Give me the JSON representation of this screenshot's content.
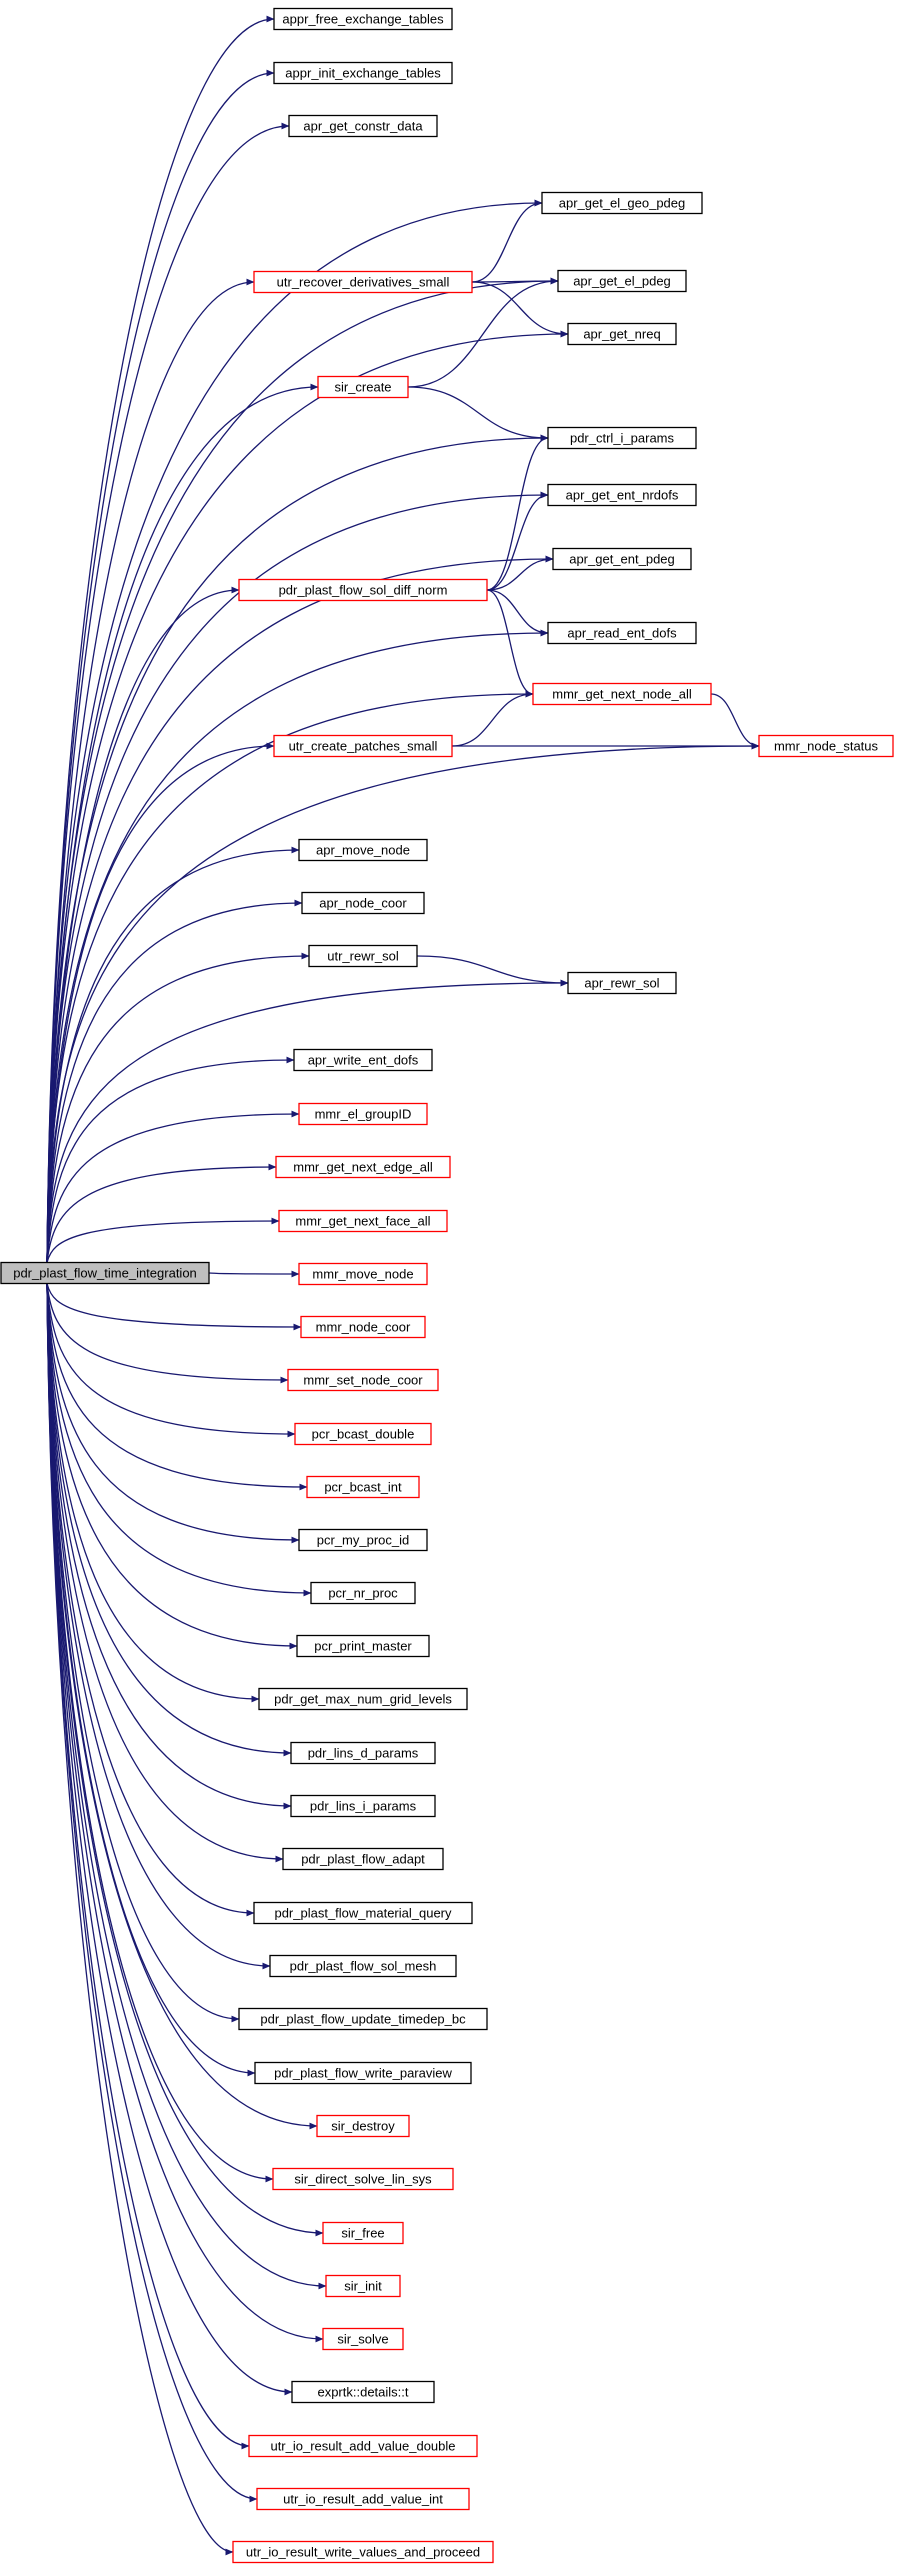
{
  "graph": {
    "edge_color": "#191970",
    "root_fill": "#bfbfbf",
    "border_black": "#000000",
    "border_red": "#ff0000",
    "root": "pdr_plast_flow_time_integration",
    "nodes": [
      {
        "id": "appr_free_exchange_tables",
        "label": "appr_free_exchange_tables",
        "border": "black"
      },
      {
        "id": "appr_init_exchange_tables",
        "label": "appr_init_exchange_tables",
        "border": "black"
      },
      {
        "id": "apr_get_constr_data",
        "label": "apr_get_constr_data",
        "border": "black"
      },
      {
        "id": "apr_get_el_geo_pdeg",
        "label": "apr_get_el_geo_pdeg",
        "border": "black"
      },
      {
        "id": "utr_recover_derivatives_small",
        "label": "utr_recover_derivatives_small",
        "border": "red"
      },
      {
        "id": "apr_get_el_pdeg",
        "label": "apr_get_el_pdeg",
        "border": "black"
      },
      {
        "id": "apr_get_nreq",
        "label": "apr_get_nreq",
        "border": "black"
      },
      {
        "id": "sir_create",
        "label": "sir_create",
        "border": "red"
      },
      {
        "id": "pdr_ctrl_i_params",
        "label": "pdr_ctrl_i_params",
        "border": "black"
      },
      {
        "id": "apr_get_ent_nrdofs",
        "label": "apr_get_ent_nrdofs",
        "border": "black"
      },
      {
        "id": "apr_get_ent_pdeg",
        "label": "apr_get_ent_pdeg",
        "border": "black"
      },
      {
        "id": "pdr_plast_flow_sol_diff_norm",
        "label": "pdr_plast_flow_sol_diff_norm",
        "border": "red"
      },
      {
        "id": "apr_read_ent_dofs",
        "label": "apr_read_ent_dofs",
        "border": "black"
      },
      {
        "id": "mmr_get_next_node_all",
        "label": "mmr_get_next_node_all",
        "border": "red"
      },
      {
        "id": "utr_create_patches_small",
        "label": "utr_create_patches_small",
        "border": "red"
      },
      {
        "id": "mmr_node_status",
        "label": "mmr_node_status",
        "border": "red"
      },
      {
        "id": "apr_move_node",
        "label": "apr_move_node",
        "border": "black"
      },
      {
        "id": "apr_node_coor",
        "label": "apr_node_coor",
        "border": "black"
      },
      {
        "id": "utr_rewr_sol",
        "label": "utr_rewr_sol",
        "border": "black"
      },
      {
        "id": "apr_rewr_sol",
        "label": "apr_rewr_sol",
        "border": "black"
      },
      {
        "id": "apr_write_ent_dofs",
        "label": "apr_write_ent_dofs",
        "border": "black"
      },
      {
        "id": "mmr_el_groupID",
        "label": "mmr_el_groupID",
        "border": "red"
      },
      {
        "id": "mmr_get_next_edge_all",
        "label": "mmr_get_next_edge_all",
        "border": "red"
      },
      {
        "id": "mmr_get_next_face_all",
        "label": "mmr_get_next_face_all",
        "border": "red"
      },
      {
        "id": "pdr_plast_flow_time_integration",
        "label": "pdr_plast_flow_time_integration",
        "border": "root"
      },
      {
        "id": "mmr_move_node",
        "label": "mmr_move_node",
        "border": "red"
      },
      {
        "id": "mmr_node_coor",
        "label": "mmr_node_coor",
        "border": "red"
      },
      {
        "id": "mmr_set_node_coor",
        "label": "mmr_set_node_coor",
        "border": "red"
      },
      {
        "id": "pcr_bcast_double",
        "label": "pcr_bcast_double",
        "border": "red"
      },
      {
        "id": "pcr_bcast_int",
        "label": "pcr_bcast_int",
        "border": "red"
      },
      {
        "id": "pcr_my_proc_id",
        "label": "pcr_my_proc_id",
        "border": "black"
      },
      {
        "id": "pcr_nr_proc",
        "label": "pcr_nr_proc",
        "border": "black"
      },
      {
        "id": "pcr_print_master",
        "label": "pcr_print_master",
        "border": "black"
      },
      {
        "id": "pdr_get_max_num_grid_levels",
        "label": "pdr_get_max_num_grid_levels",
        "border": "black"
      },
      {
        "id": "pdr_lins_d_params",
        "label": "pdr_lins_d_params",
        "border": "black"
      },
      {
        "id": "pdr_lins_i_params",
        "label": "pdr_lins_i_params",
        "border": "black"
      },
      {
        "id": "pdr_plast_flow_adapt",
        "label": "pdr_plast_flow_adapt",
        "border": "black"
      },
      {
        "id": "pdr_plast_flow_material_query",
        "label": "pdr_plast_flow_material_query",
        "border": "black"
      },
      {
        "id": "pdr_plast_flow_sol_mesh",
        "label": "pdr_plast_flow_sol_mesh",
        "border": "black"
      },
      {
        "id": "pdr_plast_flow_update_timedep_bc",
        "label": "pdr_plast_flow_update_timedep_bc",
        "border": "black"
      },
      {
        "id": "pdr_plast_flow_write_paraview",
        "label": "pdr_plast_flow_write_paraview",
        "border": "black"
      },
      {
        "id": "sir_destroy",
        "label": "sir_destroy",
        "border": "red"
      },
      {
        "id": "sir_direct_solve_lin_sys",
        "label": "sir_direct_solve_lin_sys",
        "border": "red"
      },
      {
        "id": "sir_free",
        "label": "sir_free",
        "border": "red"
      },
      {
        "id": "sir_init",
        "label": "sir_init",
        "border": "red"
      },
      {
        "id": "sir_solve",
        "label": "sir_solve",
        "border": "red"
      },
      {
        "id": "exprtk_details_t",
        "label": "exprtk::details::t",
        "border": "black"
      },
      {
        "id": "utr_io_result_add_value_double",
        "label": "utr_io_result_add_value_double",
        "border": "red"
      },
      {
        "id": "utr_io_result_add_value_int",
        "label": "utr_io_result_add_value_int",
        "border": "red"
      },
      {
        "id": "utr_io_result_write_values_and_proceed",
        "label": "utr_io_result_write_values_and_proceed",
        "border": "red"
      }
    ],
    "edges": [
      [
        "pdr_plast_flow_time_integration",
        "appr_free_exchange_tables"
      ],
      [
        "pdr_plast_flow_time_integration",
        "appr_init_exchange_tables"
      ],
      [
        "pdr_plast_flow_time_integration",
        "apr_get_constr_data"
      ],
      [
        "pdr_plast_flow_time_integration",
        "apr_get_el_geo_pdeg"
      ],
      [
        "pdr_plast_flow_time_integration",
        "utr_recover_derivatives_small"
      ],
      [
        "pdr_plast_flow_time_integration",
        "apr_get_el_pdeg"
      ],
      [
        "pdr_plast_flow_time_integration",
        "apr_get_nreq"
      ],
      [
        "pdr_plast_flow_time_integration",
        "sir_create"
      ],
      [
        "pdr_plast_flow_time_integration",
        "pdr_ctrl_i_params"
      ],
      [
        "pdr_plast_flow_time_integration",
        "apr_get_ent_nrdofs"
      ],
      [
        "pdr_plast_flow_time_integration",
        "apr_get_ent_pdeg"
      ],
      [
        "pdr_plast_flow_time_integration",
        "pdr_plast_flow_sol_diff_norm"
      ],
      [
        "pdr_plast_flow_time_integration",
        "apr_read_ent_dofs"
      ],
      [
        "pdr_plast_flow_time_integration",
        "mmr_get_next_node_all"
      ],
      [
        "pdr_plast_flow_time_integration",
        "utr_create_patches_small"
      ],
      [
        "pdr_plast_flow_time_integration",
        "mmr_node_status"
      ],
      [
        "pdr_plast_flow_time_integration",
        "apr_move_node"
      ],
      [
        "pdr_plast_flow_time_integration",
        "apr_node_coor"
      ],
      [
        "pdr_plast_flow_time_integration",
        "utr_rewr_sol"
      ],
      [
        "pdr_plast_flow_time_integration",
        "apr_rewr_sol"
      ],
      [
        "pdr_plast_flow_time_integration",
        "apr_write_ent_dofs"
      ],
      [
        "pdr_plast_flow_time_integration",
        "mmr_el_groupID"
      ],
      [
        "pdr_plast_flow_time_integration",
        "mmr_get_next_edge_all"
      ],
      [
        "pdr_plast_flow_time_integration",
        "mmr_get_next_face_all"
      ],
      [
        "pdr_plast_flow_time_integration",
        "mmr_move_node"
      ],
      [
        "pdr_plast_flow_time_integration",
        "mmr_node_coor"
      ],
      [
        "pdr_plast_flow_time_integration",
        "mmr_set_node_coor"
      ],
      [
        "pdr_plast_flow_time_integration",
        "pcr_bcast_double"
      ],
      [
        "pdr_plast_flow_time_integration",
        "pcr_bcast_int"
      ],
      [
        "pdr_plast_flow_time_integration",
        "pcr_my_proc_id"
      ],
      [
        "pdr_plast_flow_time_integration",
        "pcr_nr_proc"
      ],
      [
        "pdr_plast_flow_time_integration",
        "pcr_print_master"
      ],
      [
        "pdr_plast_flow_time_integration",
        "pdr_get_max_num_grid_levels"
      ],
      [
        "pdr_plast_flow_time_integration",
        "pdr_lins_d_params"
      ],
      [
        "pdr_plast_flow_time_integration",
        "pdr_lins_i_params"
      ],
      [
        "pdr_plast_flow_time_integration",
        "pdr_plast_flow_adapt"
      ],
      [
        "pdr_plast_flow_time_integration",
        "pdr_plast_flow_material_query"
      ],
      [
        "pdr_plast_flow_time_integration",
        "pdr_plast_flow_sol_mesh"
      ],
      [
        "pdr_plast_flow_time_integration",
        "pdr_plast_flow_update_timedep_bc"
      ],
      [
        "pdr_plast_flow_time_integration",
        "pdr_plast_flow_write_paraview"
      ],
      [
        "pdr_plast_flow_time_integration",
        "sir_destroy"
      ],
      [
        "pdr_plast_flow_time_integration",
        "sir_direct_solve_lin_sys"
      ],
      [
        "pdr_plast_flow_time_integration",
        "sir_free"
      ],
      [
        "pdr_plast_flow_time_integration",
        "sir_init"
      ],
      [
        "pdr_plast_flow_time_integration",
        "sir_solve"
      ],
      [
        "pdr_plast_flow_time_integration",
        "exprtk_details_t"
      ],
      [
        "pdr_plast_flow_time_integration",
        "utr_io_result_add_value_double"
      ],
      [
        "pdr_plast_flow_time_integration",
        "utr_io_result_add_value_int"
      ],
      [
        "pdr_plast_flow_time_integration",
        "utr_io_result_write_values_and_proceed"
      ],
      [
        "utr_recover_derivatives_small",
        "apr_get_el_geo_pdeg"
      ],
      [
        "utr_recover_derivatives_small",
        "apr_get_el_pdeg"
      ],
      [
        "utr_recover_derivatives_small",
        "apr_get_nreq"
      ],
      [
        "sir_create",
        "apr_get_el_pdeg"
      ],
      [
        "sir_create",
        "pdr_ctrl_i_params"
      ],
      [
        "pdr_plast_flow_sol_diff_norm",
        "pdr_ctrl_i_params"
      ],
      [
        "pdr_plast_flow_sol_diff_norm",
        "apr_get_ent_nrdofs"
      ],
      [
        "pdr_plast_flow_sol_diff_norm",
        "apr_get_ent_pdeg"
      ],
      [
        "pdr_plast_flow_sol_diff_norm",
        "apr_read_ent_dofs"
      ],
      [
        "pdr_plast_flow_sol_diff_norm",
        "mmr_get_next_node_all"
      ],
      [
        "mmr_get_next_node_all",
        "mmr_node_status"
      ],
      [
        "utr_create_patches_small",
        "mmr_get_next_node_all"
      ],
      [
        "utr_create_patches_small",
        "mmr_node_status"
      ],
      [
        "utr_rewr_sol",
        "apr_rewr_sol"
      ]
    ]
  }
}
